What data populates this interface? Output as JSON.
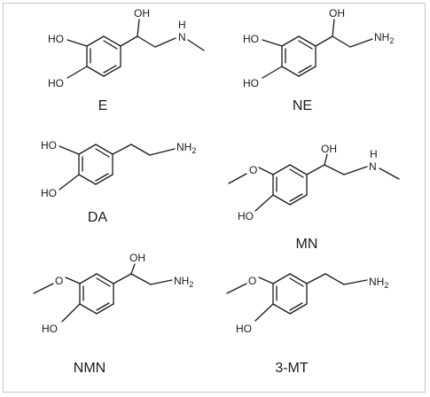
{
  "molecules": [
    {
      "name": "E",
      "labels": {
        "top": "OH",
        "ring_a": "HO",
        "ring_b": "HO",
        "chain": "N",
        "chain_h": "H"
      }
    },
    {
      "name": "NE",
      "labels": {
        "top": "OH",
        "ring_a": "HO",
        "ring_b": "HO",
        "chain": "NH",
        "chain_sub": "2"
      }
    },
    {
      "name": "DA",
      "labels": {
        "ring_a": "HO",
        "ring_b": "HO",
        "chain": "NH",
        "chain_sub": "2"
      }
    },
    {
      "name": "MN",
      "labels": {
        "top": "OH",
        "ring_a": "O",
        "ring_b": "HO",
        "chain": "N",
        "chain_h": "H"
      }
    },
    {
      "name": "NMN",
      "labels": {
        "top": "OH",
        "ring_a": "O",
        "ring_b": "HO",
        "chain": "NH",
        "chain_sub": "2"
      }
    },
    {
      "name": "3-MT",
      "labels": {
        "ring_a": "O",
        "ring_b": "HO",
        "chain": "NH",
        "chain_sub": "2"
      }
    }
  ]
}
